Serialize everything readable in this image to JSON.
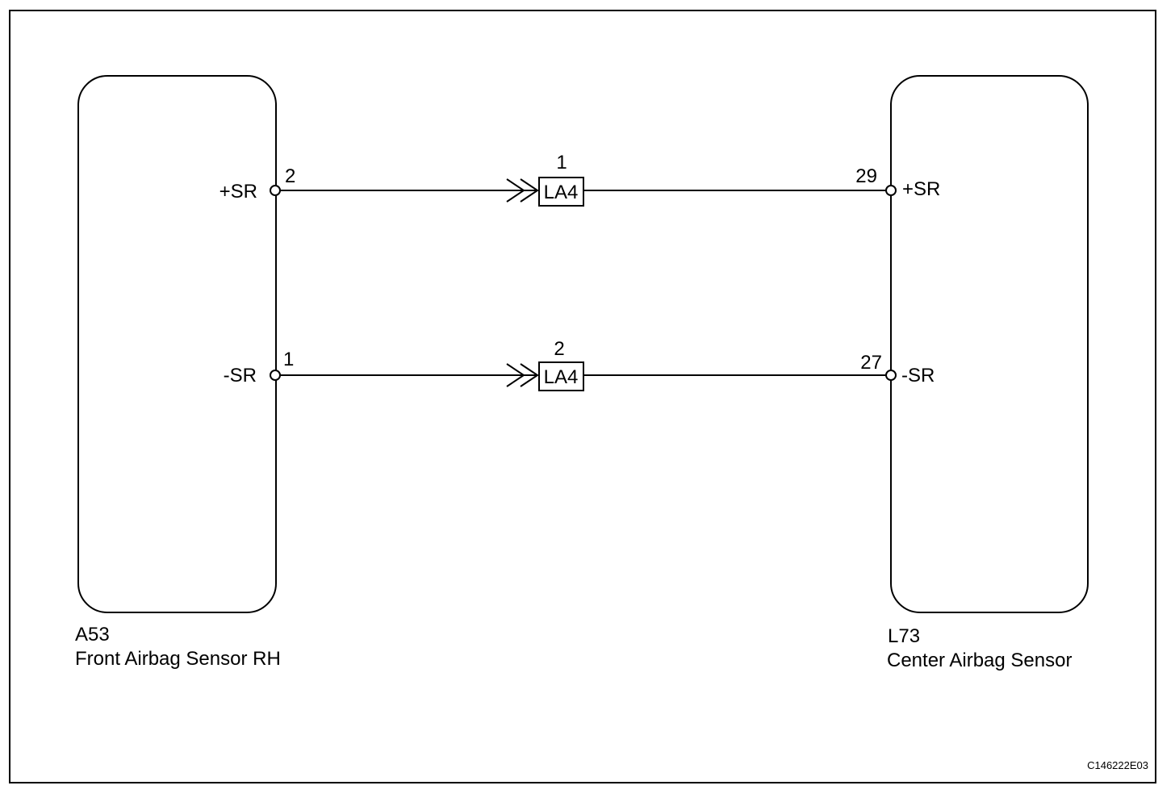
{
  "diagram": {
    "drawing_code": "C146222E03",
    "colors": {
      "line": "#000000",
      "background": "#ffffff"
    }
  },
  "left_component": {
    "code": "A53",
    "name": "Front Airbag Sensor RH",
    "terminals": [
      {
        "signal": "+SR",
        "pin": "2"
      },
      {
        "signal": "-SR",
        "pin": "1"
      }
    ]
  },
  "right_component": {
    "code": "L73",
    "name": "Center Airbag Sensor",
    "terminals": [
      {
        "signal": "+SR",
        "pin": "29"
      },
      {
        "signal": "-SR",
        "pin": "27"
      }
    ]
  },
  "connectors": [
    {
      "label": "LA4",
      "pin": "1"
    },
    {
      "label": "LA4",
      "pin": "2"
    }
  ]
}
